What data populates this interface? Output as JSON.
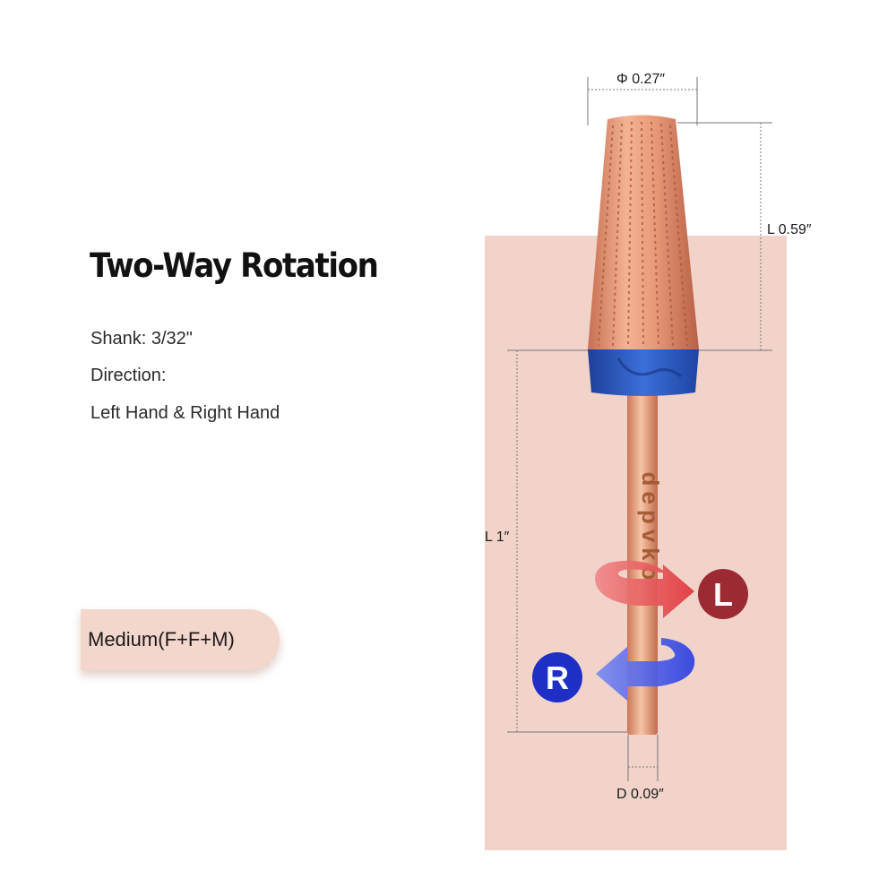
{
  "heading": "Two-Way Rotation",
  "specs": {
    "shank": "Shank: 3/32\"",
    "direction": "Direction:",
    "hands": "Left Hand & Right Hand"
  },
  "grade": "Medium(F+F+M)",
  "dimensions": {
    "head_diameter": "Φ 0.27″",
    "head_length": "L 0.59″",
    "shank_length": "L 1″",
    "shank_diameter": "D 0.09″"
  },
  "rotation": {
    "left_badge": "L",
    "right_badge": "R",
    "left_color": "#9b2a33",
    "right_color": "#1f2fc6"
  },
  "brand": "depvko",
  "colors": {
    "panel": "#f2d3ca",
    "pill": "#f3d6cc",
    "bit_rose_gold": "#e79a7a",
    "collar_blue": "#2f5fc8"
  }
}
